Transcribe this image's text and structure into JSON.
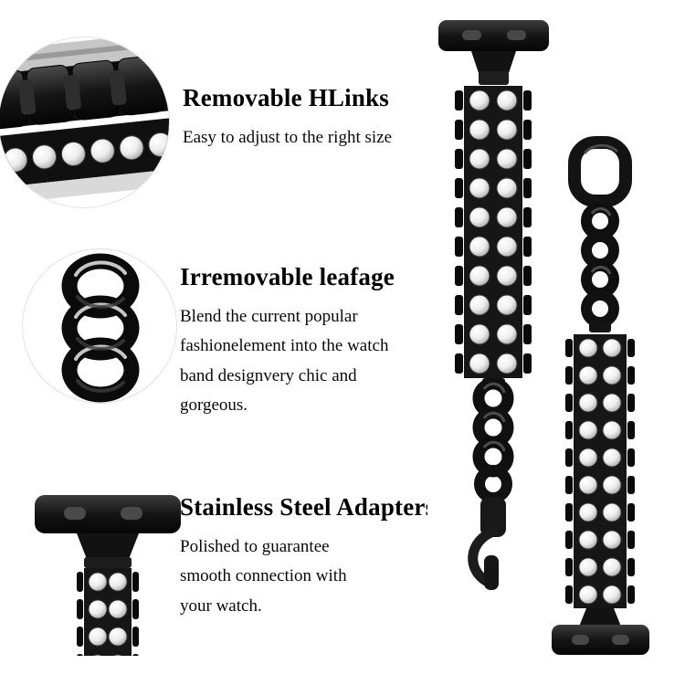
{
  "features": [
    {
      "title": "Removable HLinks",
      "description": "Easy to adjust to the right size"
    },
    {
      "title": "Irremovable leafage",
      "description": "Blend the current popular fashionelement into the watch band designvery chic and gorgeous."
    },
    {
      "title": "Stainless Steel Adapters",
      "description": "Polished to guarantee smooth connection with your watch."
    }
  ],
  "images": [
    {
      "name": "hlinks-closeup-photo"
    },
    {
      "name": "leafage-closeup-photo"
    },
    {
      "name": "adapter-closeup-photo"
    },
    {
      "name": "band-front-photo"
    },
    {
      "name": "band-back-photo"
    }
  ],
  "colors": {
    "background": "#ffffff",
    "band_black": "#141414",
    "text": "#000000",
    "rhinestone": "#ededed"
  }
}
